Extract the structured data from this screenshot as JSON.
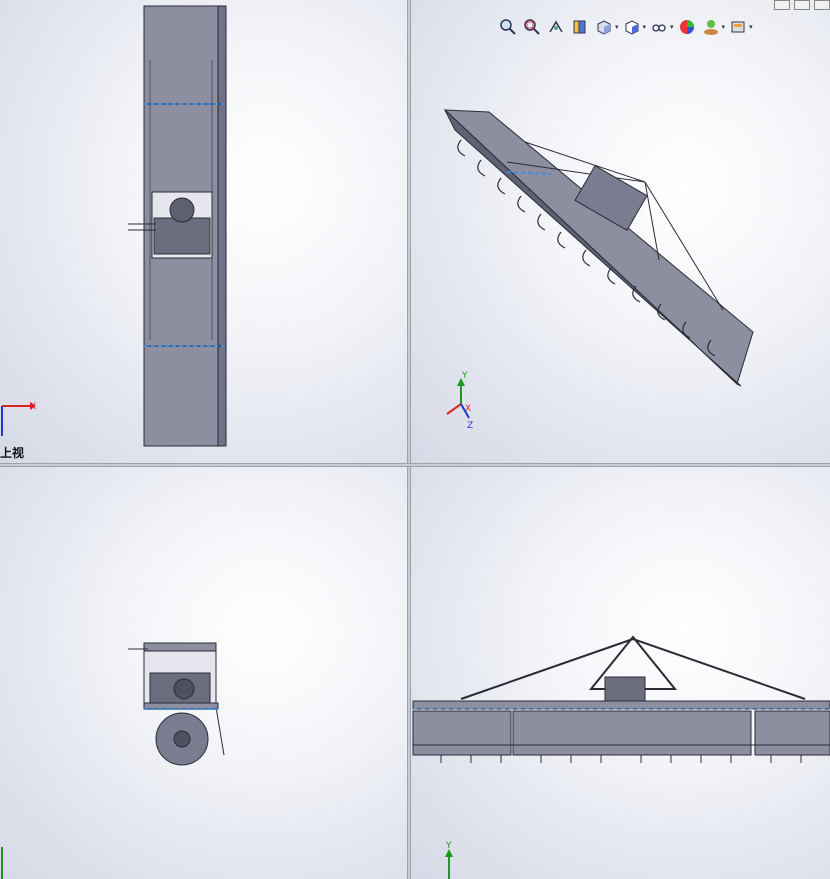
{
  "viewports": {
    "top_left": {
      "view_label": "上视",
      "triad_x": "X"
    },
    "top_right": {
      "triad_y": "Y",
      "triad_x": "X",
      "triad_z": "Z"
    },
    "bottom_left": {},
    "bottom_right": {
      "triad_y": "Y"
    }
  },
  "toolbar": {
    "icons": [
      "zoom-to-fit-icon",
      "zoom-area-icon",
      "previous-view-icon",
      "section-view-icon",
      "view-orientation-icon",
      "display-style-icon",
      "hide-show-icon",
      "edit-appearance-icon",
      "apply-scene-icon",
      "view-settings-icon"
    ]
  },
  "colors": {
    "part_fill": "#8d8fa1",
    "part_edge": "#2b2b36",
    "axis_x": "#d22",
    "axis_y": "#1a9a1a",
    "axis_z": "#1a3bd2",
    "accent_blue": "#3a8fe0"
  }
}
